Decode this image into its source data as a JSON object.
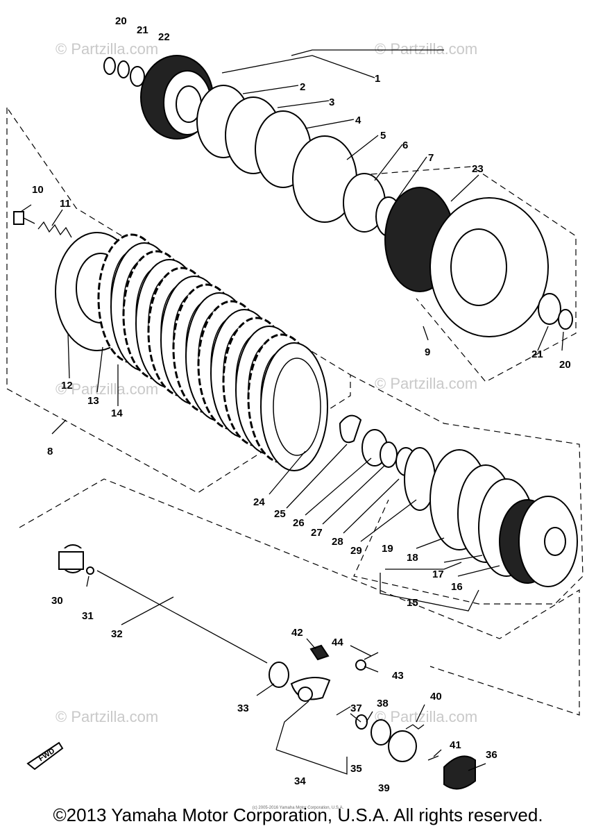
{
  "watermarks": [
    "© Partzilla.com",
    "© Partzilla.com",
    "© Partzilla.com",
    "© Partzilla.com",
    "© Partzilla.com",
    "© Partzilla.com"
  ],
  "labels": [
    "1",
    "2",
    "3",
    "4",
    "5",
    "6",
    "7",
    "8",
    "9",
    "10",
    "11",
    "12",
    "13",
    "14",
    "15",
    "16",
    "17",
    "18",
    "19",
    "20",
    "20",
    "21",
    "21",
    "22",
    "23",
    "24",
    "25",
    "26",
    "27",
    "28",
    "29",
    "30",
    "31",
    "32",
    "33",
    "34",
    "35",
    "36",
    "37",
    "38",
    "39",
    "40",
    "41",
    "42",
    "43",
    "44"
  ],
  "fwd_label": "FWD",
  "footer": {
    "copyright": "©2013 Yamaha Motor Corporation, U.S.A. All rights reserved.",
    "fine_print": "(c) 2005-2016 Yamaha Motor Corporation, U.S.A."
  }
}
